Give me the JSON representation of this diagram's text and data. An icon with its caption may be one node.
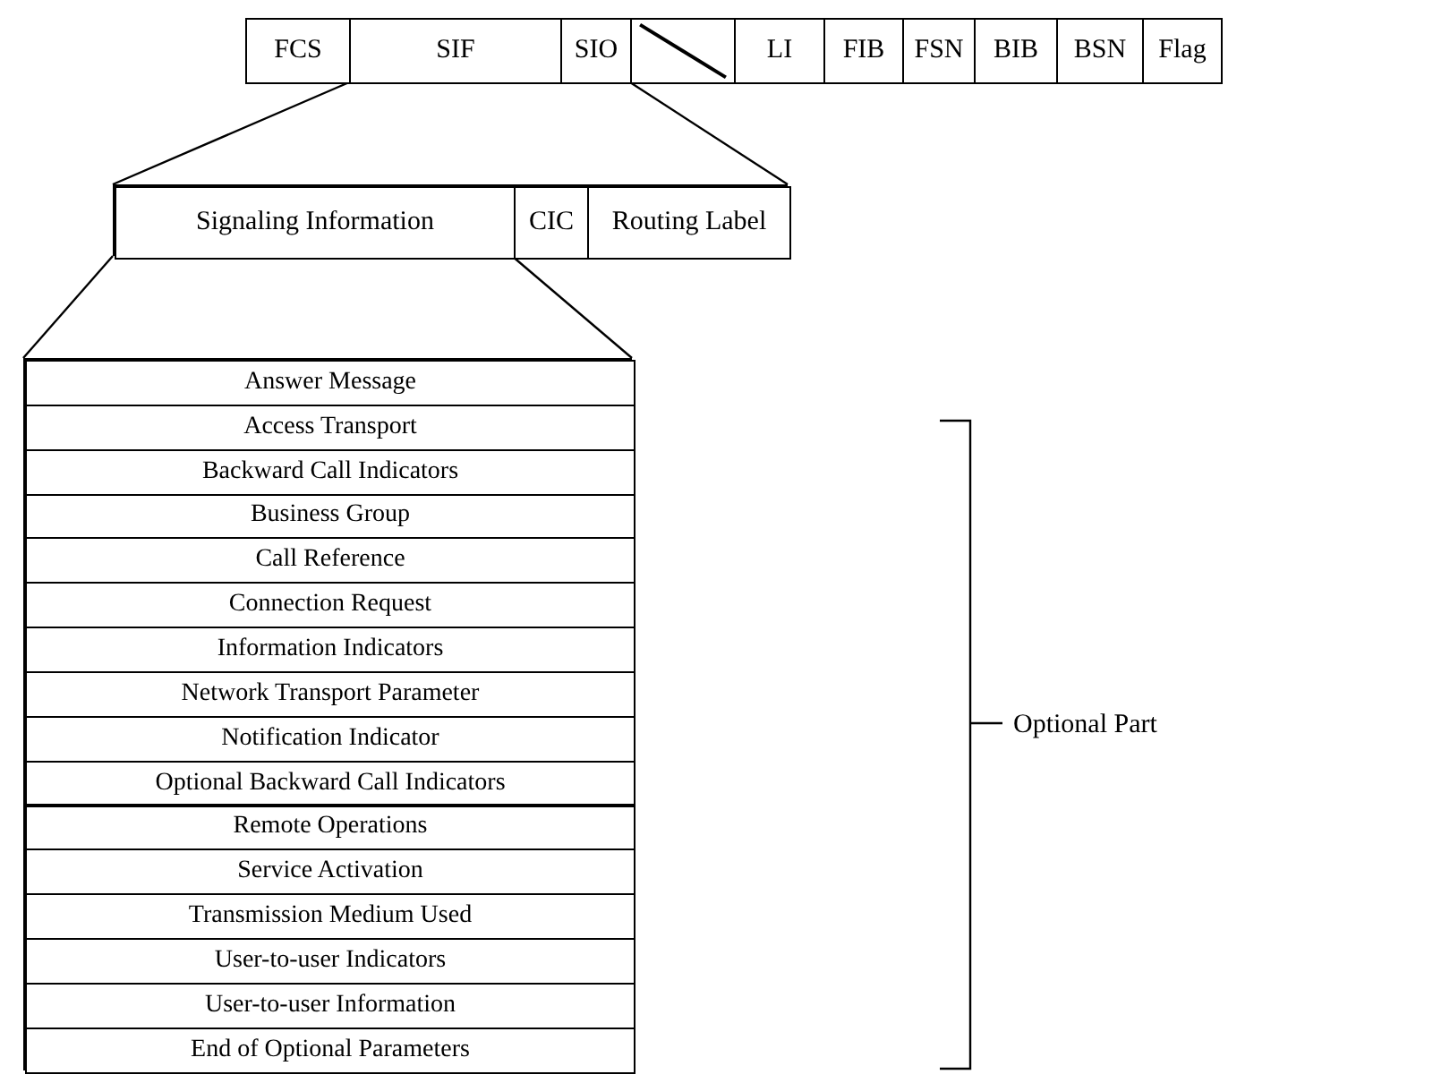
{
  "diagram": {
    "nodes": [
      {
        "text": [
          "FCS"
        ]
      },
      {
        "text": [
          "SIF"
        ]
      },
      {
        "text": [
          "SIO"
        ]
      },
      {
        "text": [],
        "shape": "box"
      },
      {
        "text": [
          "LI"
        ]
      },
      {
        "text": [
          "FIB"
        ]
      },
      {
        "text": [
          "FSN"
        ]
      },
      {
        "text": [
          "BIB"
        ]
      },
      {
        "text": [
          "BSN"
        ]
      },
      {
        "text": [
          "Flag"
        ]
      },
      {
        "text": [],
        "shape": "box"
      },
      {
        "text": [
          "Signaling Information"
        ],
        "in": 10
      },
      {
        "text": [
          "CIC"
        ],
        "in": 10
      },
      {
        "text": [
          "Routing Label"
        ],
        "in": 10
      },
      {
        "text": [],
        "shape": "box"
      },
      {
        "text": [
          "Answer Message"
        ],
        "in": 14
      },
      {
        "text": [
          "Access Transport"
        ],
        "in": 14
      },
      {
        "text": [
          "Backward Call Indicators"
        ],
        "in": 14
      },
      {
        "text": [
          "Business Group"
        ],
        "in": 14
      },
      {
        "text": [
          "Call Reference"
        ],
        "in": 14
      },
      {
        "text": [
          "Connection Request"
        ],
        "in": 14
      },
      {
        "text": [
          "Information Indicators"
        ],
        "in": 14
      },
      {
        "text": [
          "Network Transport Parameter"
        ],
        "in": 14
      },
      {
        "text": [
          "Notification Indicator"
        ],
        "in": 14
      },
      {
        "text": [
          "Optional Backward Call Indicators"
        ],
        "in": 14
      },
      {
        "text": [
          "Remote Operations"
        ],
        "in": 14
      },
      {
        "text": [
          "Service Activation"
        ],
        "in": 14
      },
      {
        "text": [
          "Transmission Medium Used"
        ],
        "in": 14
      },
      {
        "text": [
          "User-to-user Indicators"
        ],
        "in": 14
      },
      {
        "text": [
          "User-to-user Information"
        ],
        "in": 14
      },
      {
        "text": [
          "End of Optional Parameters"
        ],
        "in": 14
      }
    ],
    "edges": [
      {
        "from": 1,
        "to": 10,
        "arrow": "none"
      },
      {
        "from": 2,
        "to": 10,
        "arrow": "none"
      },
      {
        "from": 11,
        "to": 14,
        "arrow": "none"
      },
      {
        "from": 11,
        "to": 14,
        "arrow": "none"
      }
    ],
    "labels": [
      "Optional Part"
    ]
  }
}
